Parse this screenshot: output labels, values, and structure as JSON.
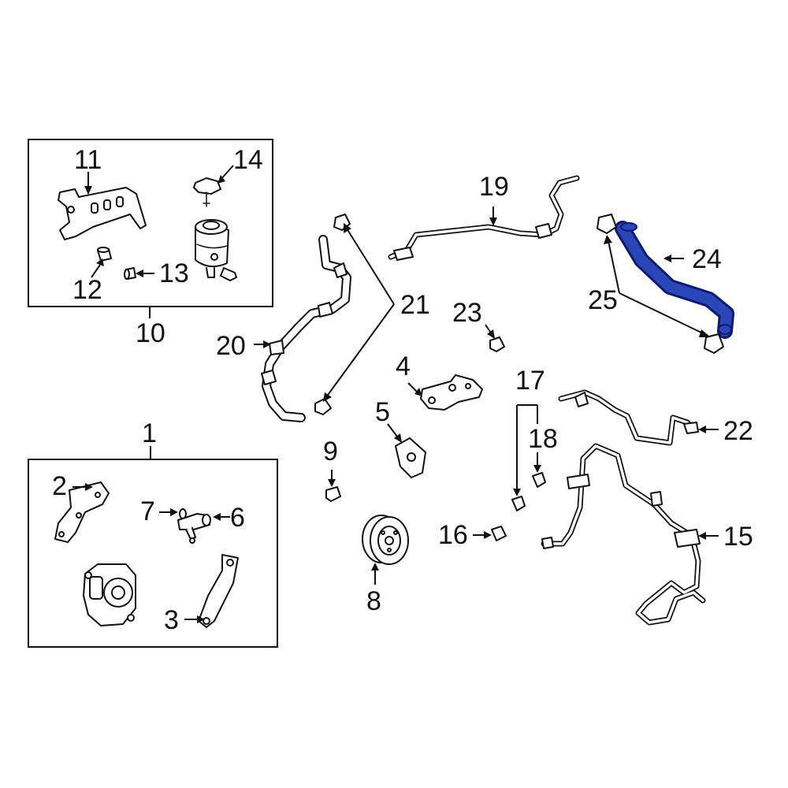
{
  "callouts": {
    "c1": "1",
    "c2": "2",
    "c3": "3",
    "c4": "4",
    "c5": "5",
    "c6": "6",
    "c7": "7",
    "c8": "8",
    "c9": "9",
    "c10": "10",
    "c11": "11",
    "c12": "12",
    "c13": "13",
    "c14": "14",
    "c15": "15",
    "c16": "16",
    "c17": "17",
    "c18": "18",
    "c19": "19",
    "c20": "20",
    "c21": "21",
    "c22": "22",
    "c23": "23",
    "c24": "24",
    "c25": "25"
  },
  "colors": {
    "line": "#111111",
    "background": "#ffffff",
    "highlight_fill": "#2b46b8",
    "highlight_stroke": "#0a1a70"
  }
}
